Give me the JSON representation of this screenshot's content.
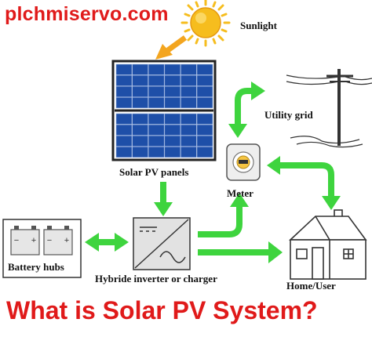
{
  "site": {
    "name": "plchmiservo.com"
  },
  "labels": {
    "sunlight": "Sunlight",
    "panels": "Solar PV panels",
    "utility": "Utility grid",
    "meter": "Meter",
    "battery": "Battery hubs",
    "inverter": "Hybride inverter or charger",
    "home": "Home/User"
  },
  "headline": "What is Solar PV System?",
  "battery_terminals": {
    "minus": "−",
    "plus": "+"
  },
  "colors": {
    "arrow_green": "#3ed43e",
    "sun_arrow": "#f3a51f",
    "headline_red": "#e01a1a",
    "panel_cell": "#1e4fa8",
    "sun_yellow": "#f6bd1e"
  },
  "icons": [
    "sun-icon",
    "solar-panel-icon",
    "utility-pole-icon",
    "meter-icon",
    "battery-icon",
    "inverter-icon",
    "house-icon"
  ]
}
